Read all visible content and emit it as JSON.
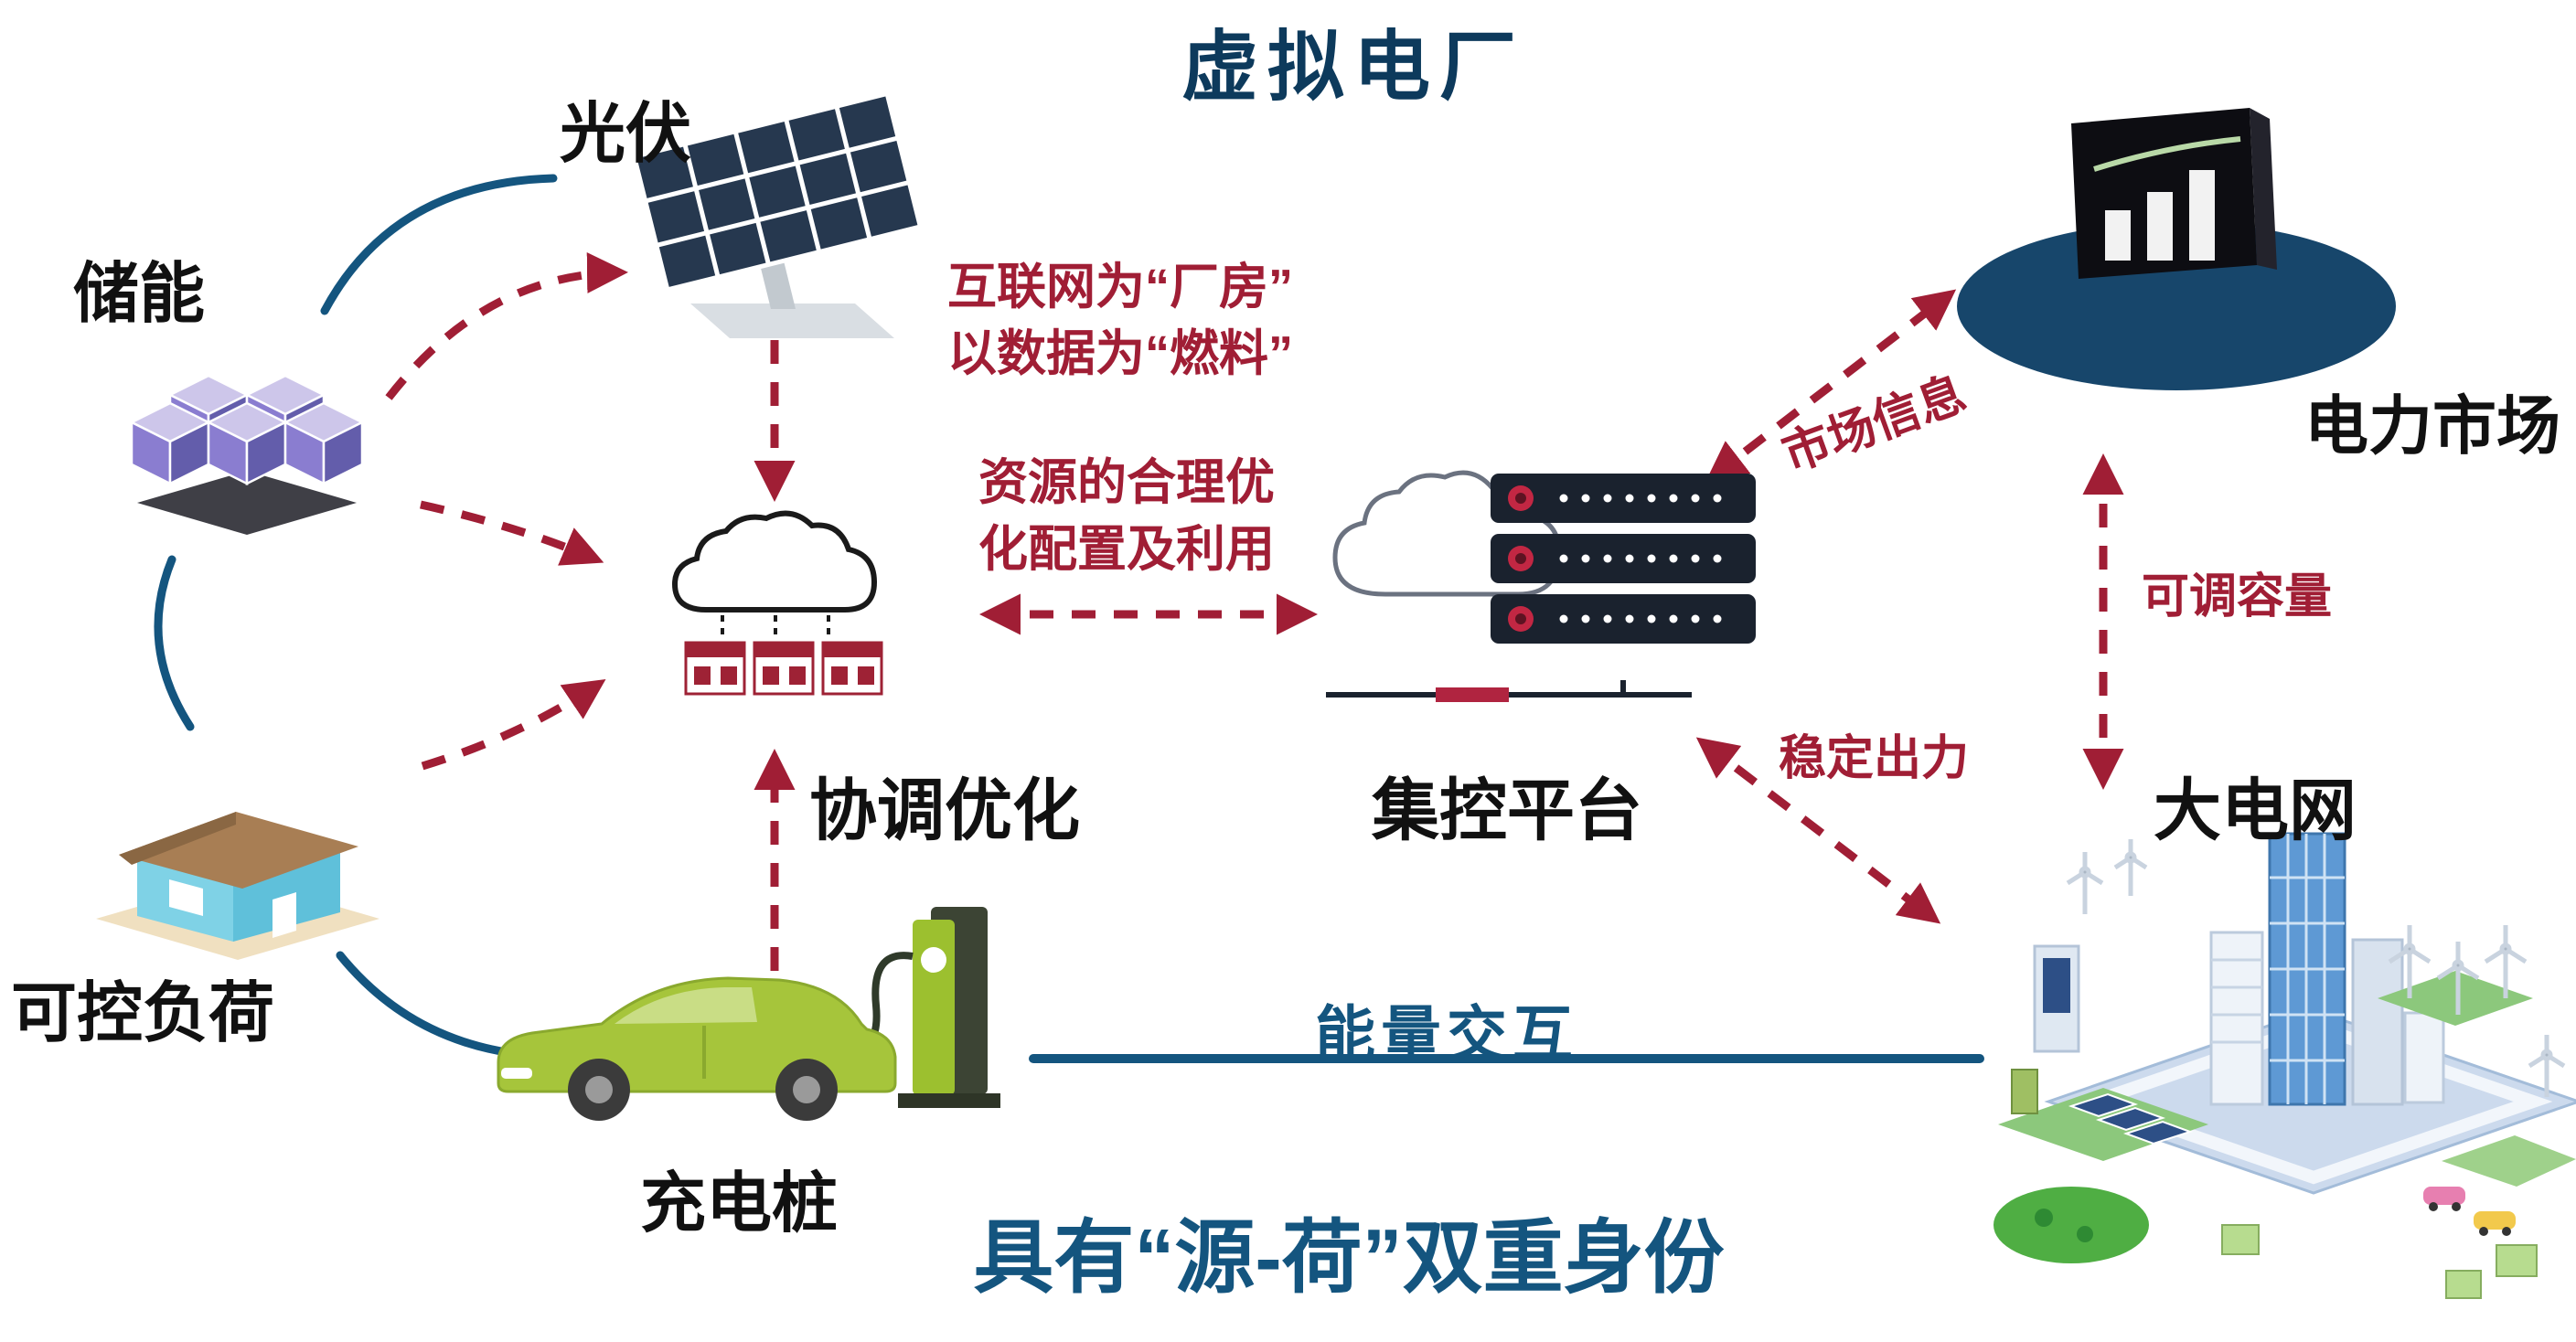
{
  "title": "虚拟电厂",
  "nodes": {
    "pv": "光伏",
    "storage": "储能",
    "load": "可控负荷",
    "charger": "充电桩",
    "coordination": "协调优化",
    "platform": "集控平台",
    "market": "电力市场",
    "grid": "大电网"
  },
  "annotations": {
    "internet_line1": "互联网为“厂房”",
    "internet_line2": "以数据为“燃料”",
    "resource_line1": "资源的合理优",
    "resource_line2": "化配置及利用",
    "market_info": "市场信息",
    "adjustable_capacity": "可调容量",
    "stable_output": "稳定出力",
    "energy_exchange": "能量交互",
    "dual_identity": "具有“源-荷”双重身份"
  },
  "colors": {
    "title_blue": "#0d3a5c",
    "arrow_red": "#a01e35",
    "line_blue": "#14557f",
    "label_black": "#111111",
    "market_ellipse": "#17466b",
    "car_green": "#a6c53b",
    "storage_purple": "#8a7dd0"
  }
}
